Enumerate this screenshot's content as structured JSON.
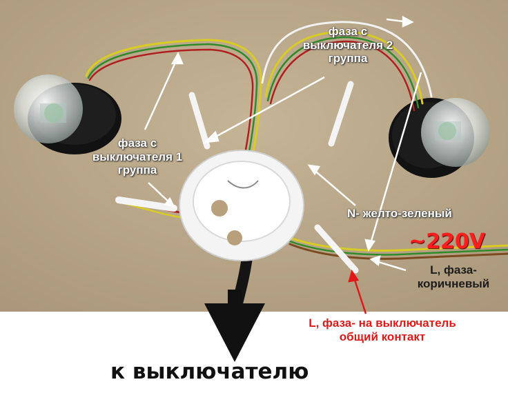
{
  "labels": {
    "phase_group2": "фаза с выключателя 2 группа",
    "phase_group1": "фаза с выключателя 1 группа",
    "neutral": "N- желто-зеленый",
    "voltage": "~220V",
    "phase_brown": "L, фаза- коричневый",
    "phase_switch_common": "L, фаза- на выключатель общий контакт",
    "to_switch": "к выключателю"
  },
  "colors": {
    "background_board": "#bba98c",
    "label_white": "#ffffff",
    "label_red": "#e01818",
    "voltage_red": "#ff1e1e",
    "wire_yellow": "#d8cc22",
    "wire_green": "#2f8a2a",
    "wire_red": "#b01f1f",
    "wire_white": "#f2f2f2",
    "wire_black": "#141414"
  }
}
